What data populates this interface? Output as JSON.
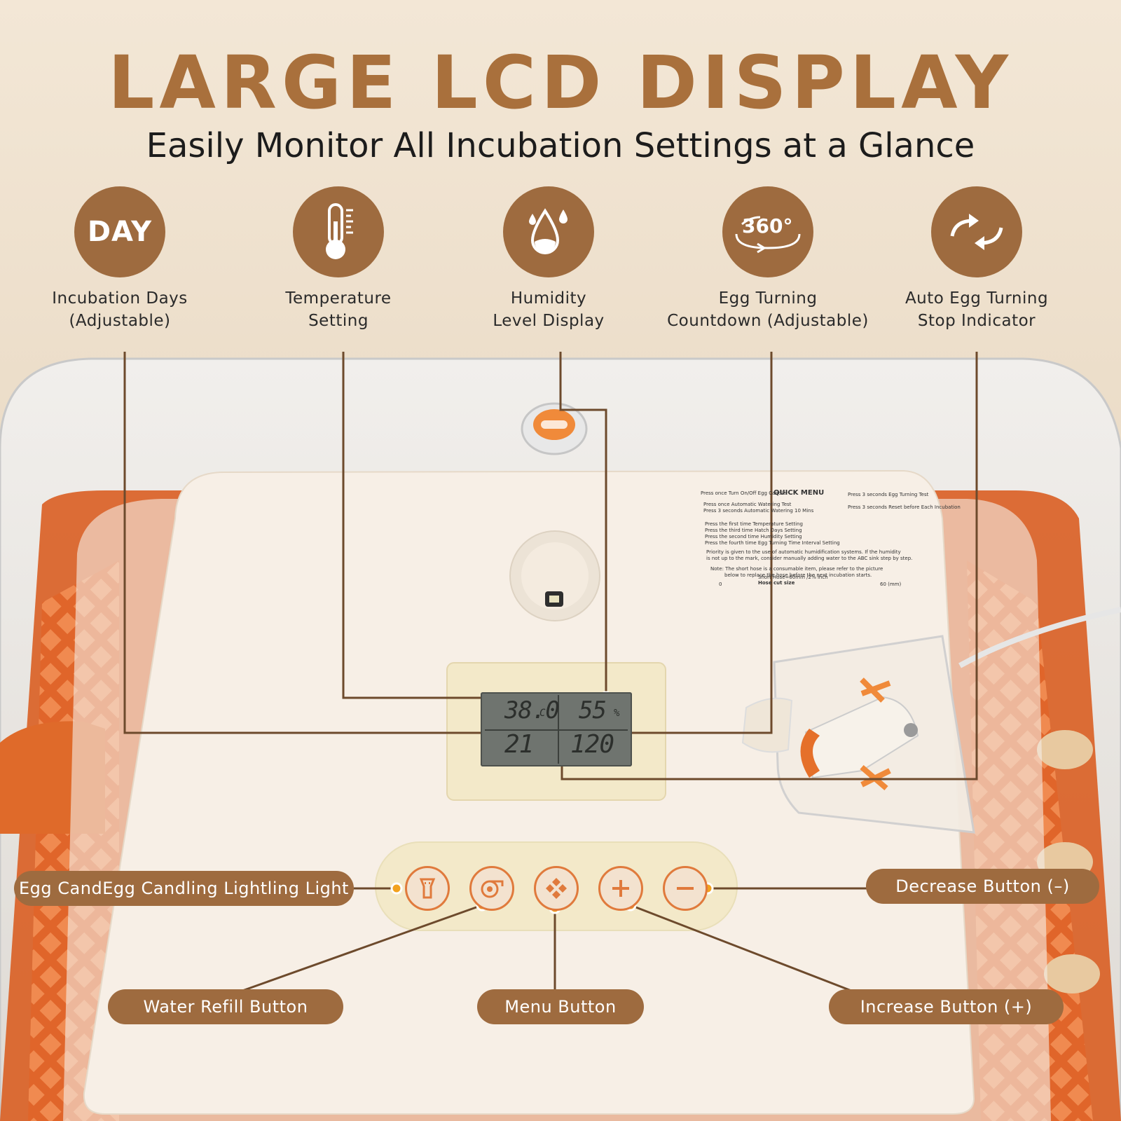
{
  "header": {
    "title": "LARGE LCD DISPLAY",
    "subtitle": "Easily Monitor All Incubation Settings at a Glance"
  },
  "features": [
    {
      "icon": "day-icon",
      "icon_text": "DAY",
      "label_line1": "Incubation Days",
      "label_line2": "(Adjustable)"
    },
    {
      "icon": "thermometer-icon",
      "label_line1": "Temperature",
      "label_line2": "Setting"
    },
    {
      "icon": "water-drop-icon",
      "label_line1": "Humidity",
      "label_line2": "Level Display"
    },
    {
      "icon": "rotate-360-icon",
      "icon_text": "360°",
      "label_line1": "Egg Turning",
      "label_line2": "Countdown (Adjustable)"
    },
    {
      "icon": "auto-turn-arrows-icon",
      "label_line1": "Auto Egg Turning",
      "label_line2": "Stop Indicator"
    }
  ],
  "lcd": {
    "temperature": "38.0",
    "temperature_unit": "C",
    "humidity": "55",
    "humidity_unit": "%",
    "days": "21",
    "countdown": "120"
  },
  "quick_menu": {
    "title": "QUICK MENU",
    "lines": [
      "Press once  Turn On/Off Egg Candler",
      "Press once  Automatic Watering Test",
      "Press 3 seconds  Automatic Watering 10 Mins",
      "Press the first time  Temperature Setting",
      "Press the third time  Hatch Days Setting",
      "Press the second time  Humidity Setting",
      "Press the fourth time  Egg Turning Time Interval Setting",
      "Press 3 seconds  Egg Turning Test",
      "Press 3 seconds  Reset before Each Incubation",
      "Priority is given to the use of automatic humidification systems. If the humidity",
      "is not up to the mark, consider manually adding water to the ABC sink step by step.",
      "Note: The short hose is a consumable item, please refer to the picture",
      "below to replace the hose before the next incubation starts.",
      "Short Hose=60mm /2⅜ inch",
      "Hose cut size",
      "0",
      "60  (mm)"
    ]
  },
  "callouts": {
    "candling": "Egg CandEgg Candling Lightling Light",
    "decrease": "Decrease Button (–)",
    "water": "Water Refill Button",
    "menu": "Menu Button",
    "increase": "Increase Button (+)"
  },
  "colors": {
    "brand_brown": "#9e6b3f",
    "title_brown": "#a9703c",
    "accent_orange": "#e07a3c",
    "background": "#eadbc6",
    "lcd_green_gray": "#6f746f"
  }
}
